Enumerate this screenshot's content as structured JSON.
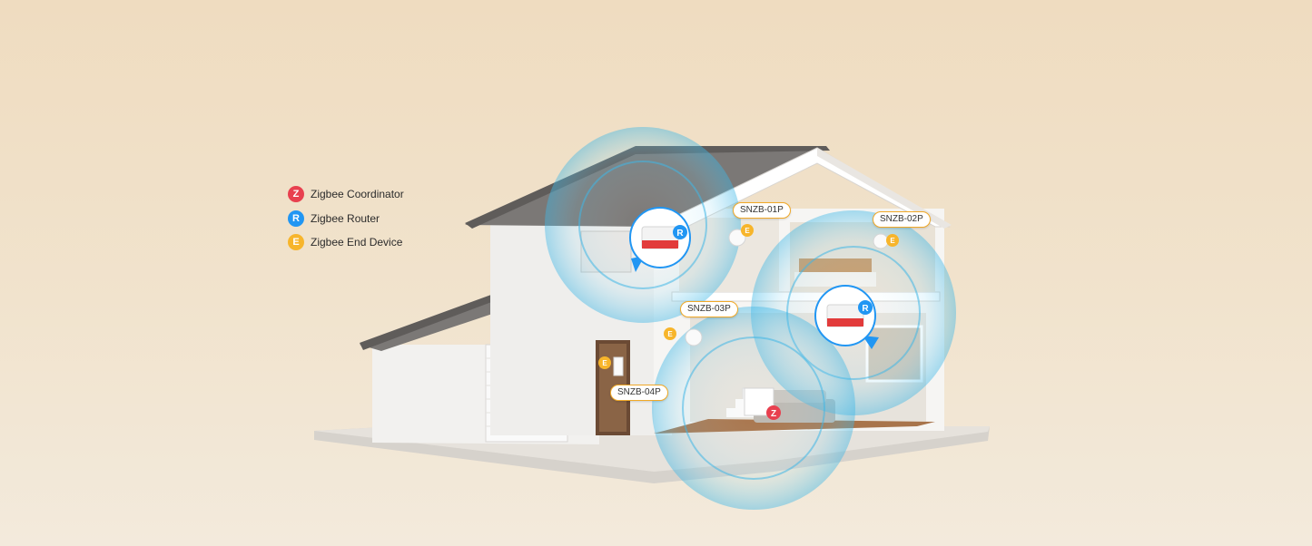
{
  "legend": {
    "items": [
      {
        "letter": "Z",
        "label": "Zigbee Coordinator",
        "color": "#e8404f"
      },
      {
        "letter": "R",
        "label": "Zigbee Router",
        "color": "#2196f3"
      },
      {
        "letter": "E",
        "label": "Zigbee End Device",
        "color": "#f7b52b"
      }
    ]
  },
  "device_tags": {
    "snzb01p": "SNZB-01P",
    "snzb02p": "SNZB-02P",
    "snzb03p": "SNZB-03P",
    "snzb04p": "SNZB-04P"
  },
  "node_letters": {
    "coordinator": "Z",
    "router": "R",
    "end_device": "E"
  },
  "colors": {
    "coordinator": "#e8404f",
    "router": "#2196f3",
    "end_device": "#f7b52b",
    "signal": "#3fb7e6",
    "tag_border": "#f1a928"
  },
  "icons": [
    "zigbee-coordinator-icon",
    "zigbee-router-icon",
    "zigbee-end-device-icon",
    "zigbee-switch-module-icon"
  ]
}
